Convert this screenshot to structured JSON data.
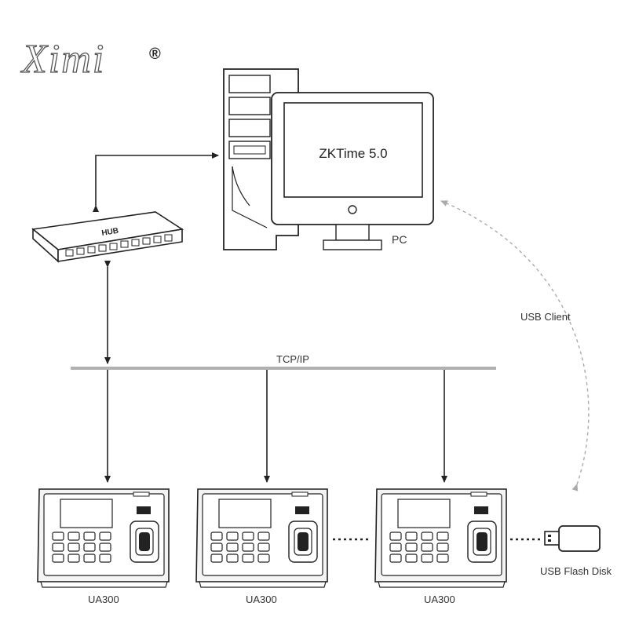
{
  "brand": {
    "logo_text": "Ximi",
    "registered_mark": "®"
  },
  "pc": {
    "screen_text": "ZKTime 5.0",
    "label": "PC"
  },
  "hub": {
    "label": "HUB"
  },
  "network": {
    "label": "TCP/IP"
  },
  "usb_client": {
    "label": "USB Client"
  },
  "usb_disk": {
    "label": "USB Flash Disk"
  },
  "devices": [
    {
      "label": "UA300"
    },
    {
      "label": "UA300"
    },
    {
      "label": "UA300"
    }
  ],
  "colors": {
    "line": "#222222",
    "bus": "#b0b0b0",
    "dashed": "#aaaaaa",
    "device_fill": "#f4f4f4"
  }
}
